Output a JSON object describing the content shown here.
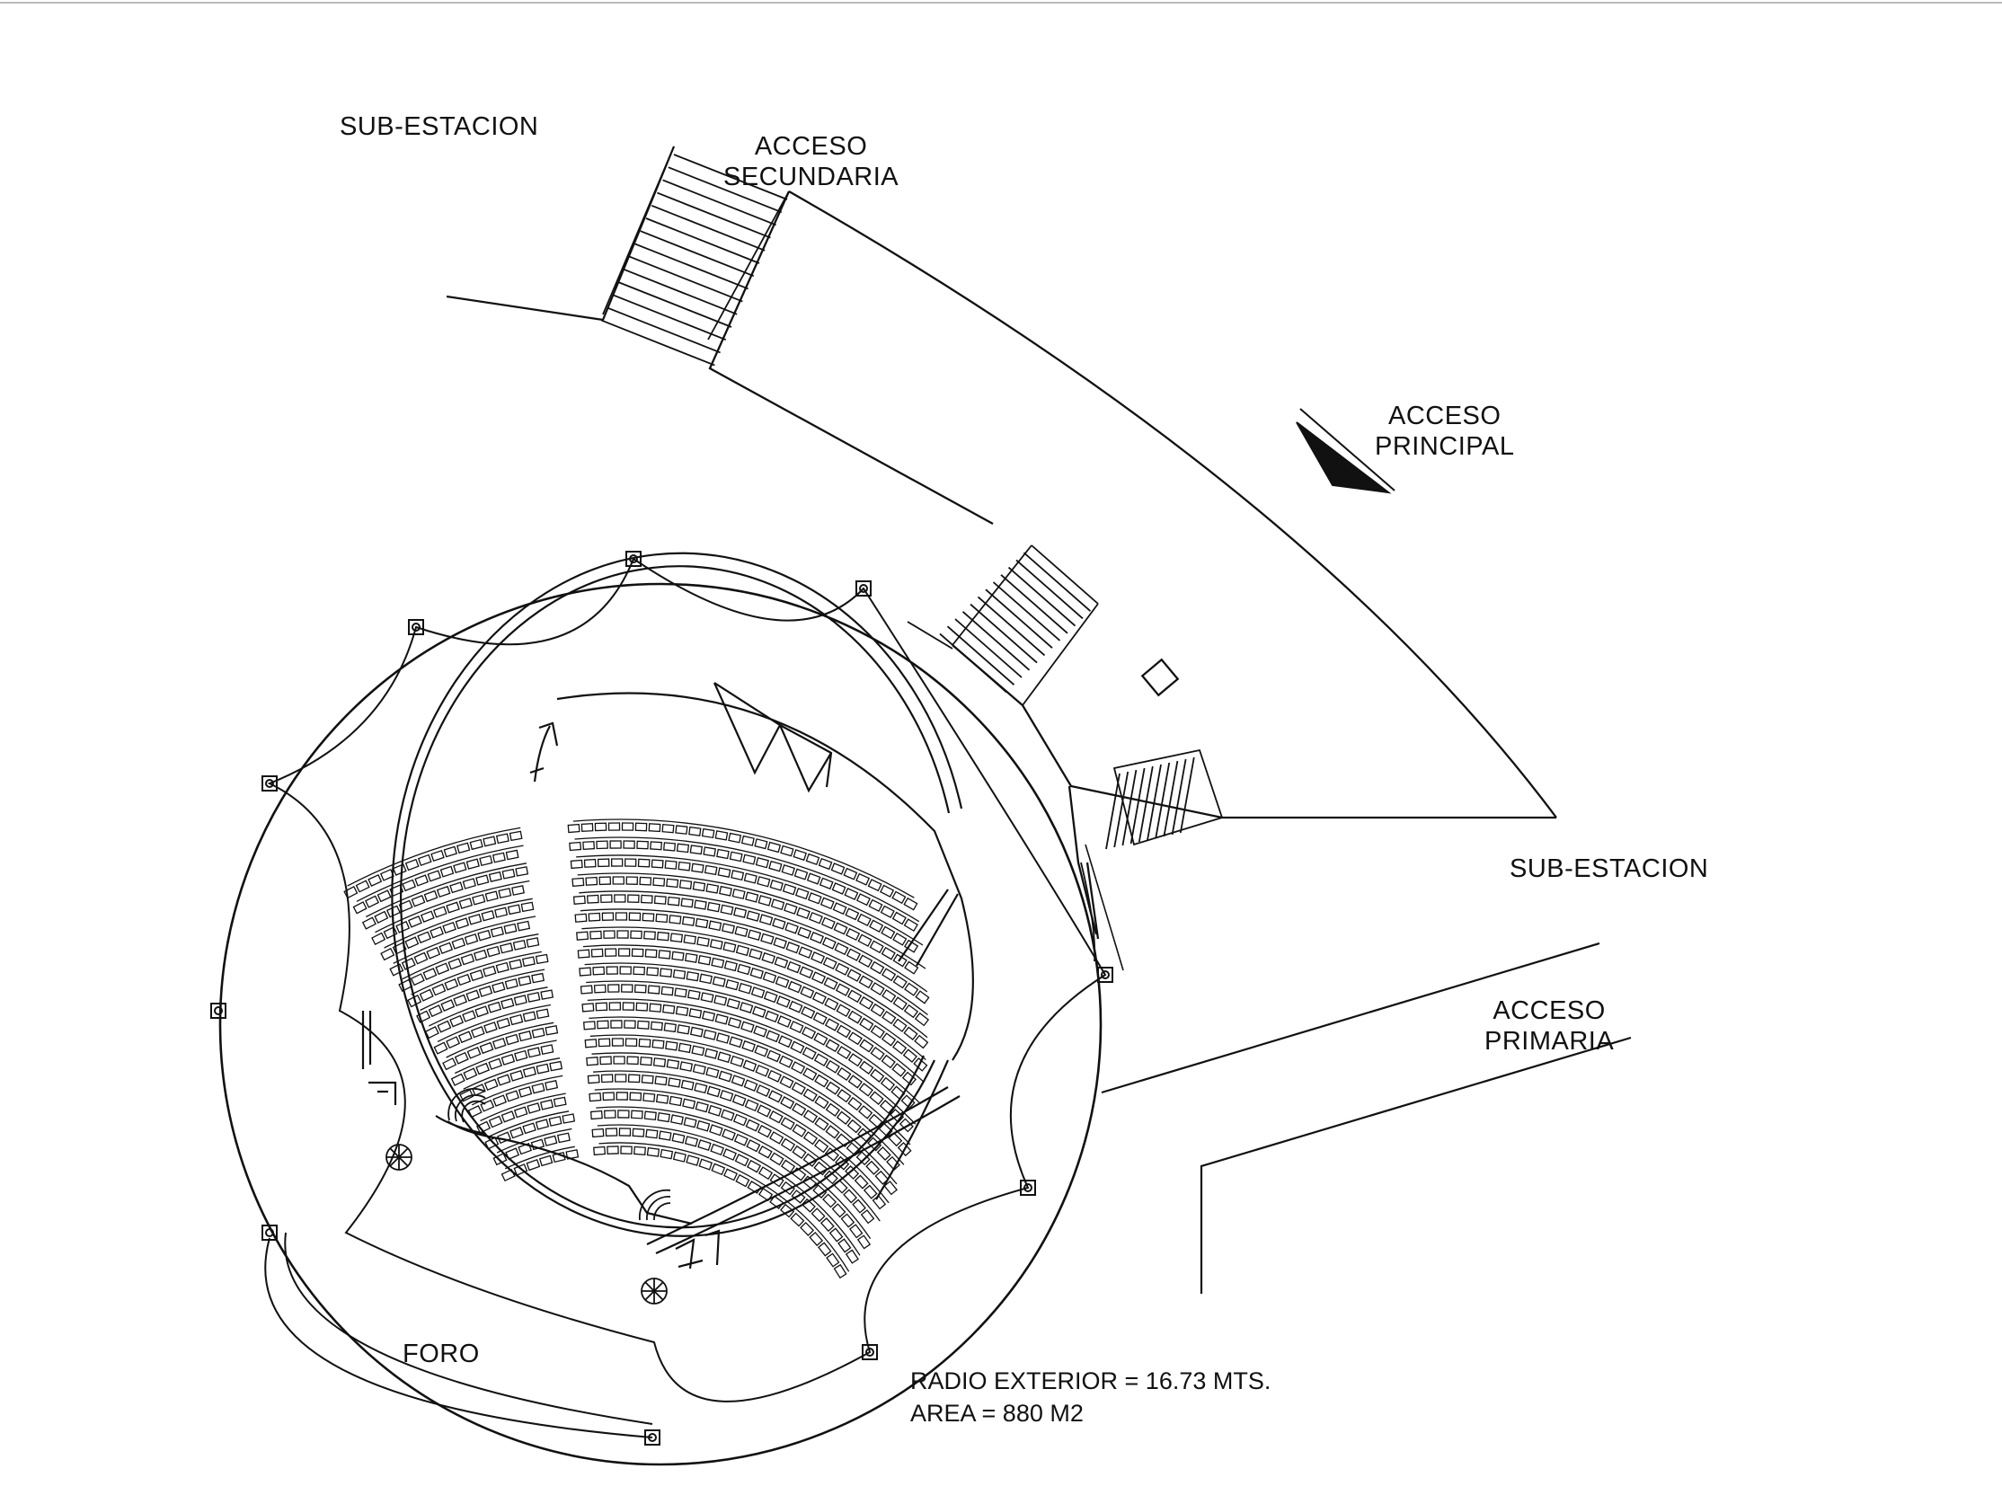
{
  "labels": {
    "sub_estacion_top": "SUB-ESTACION",
    "acceso_secundaria": "ACCESO\nSECUNDARIA",
    "acceso_principal": "ACCESO\nPRINCIPAL",
    "sub_estacion_right": "SUB-ESTACION",
    "acceso_primaria": "ACCESO\nPRIMARIA",
    "foro": "FORO"
  },
  "notes": {
    "radio": "RADIO EXTERIOR = 16.73 MTS.",
    "area": "AREA = 880 M2"
  }
}
